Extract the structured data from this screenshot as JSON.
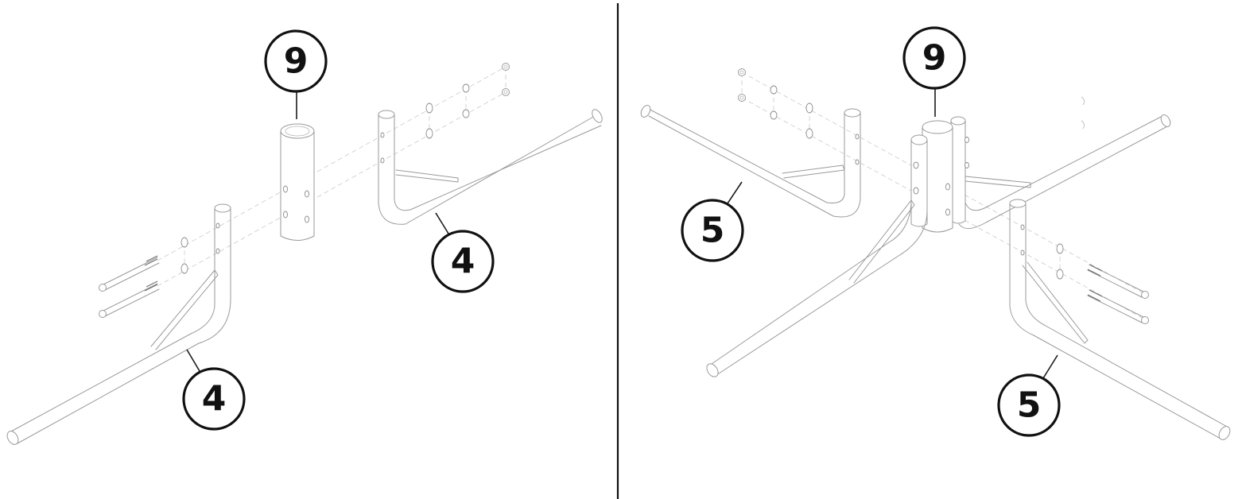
{
  "callouts": {
    "left_post": "9",
    "left_lower_leg": "4",
    "left_upper_leg": "4",
    "right_post": "9",
    "right_upper_leg": "5",
    "right_lower_leg": "5"
  }
}
